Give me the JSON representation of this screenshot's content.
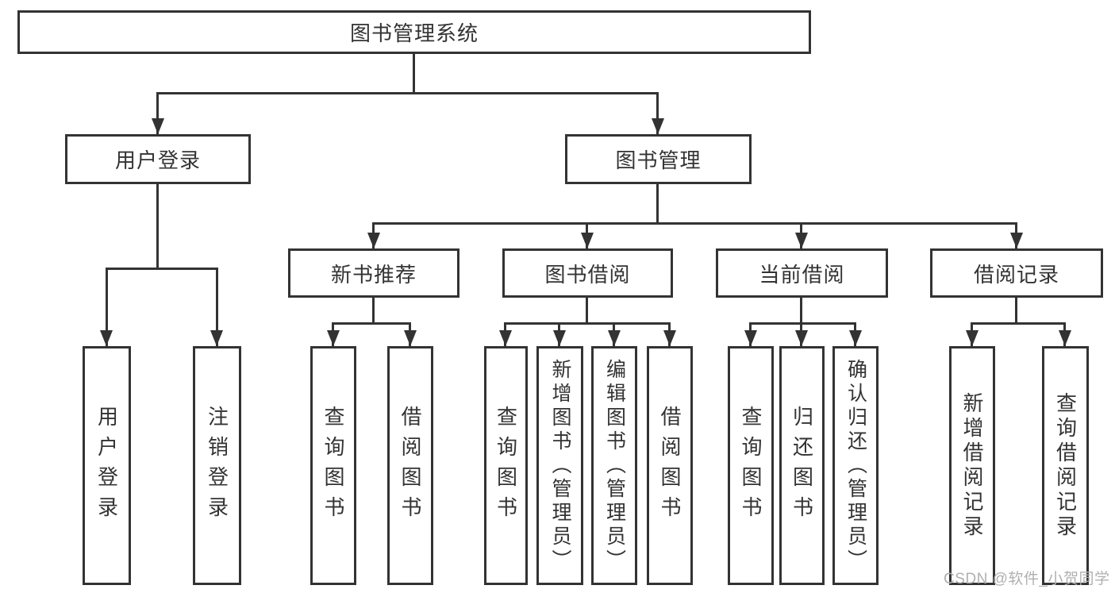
{
  "diagram": {
    "tree": {
      "root": {
        "label": "图书管理系统",
        "children": [
          {
            "label": "用户登录",
            "children": [
              {
                "label": "用户登录"
              },
              {
                "label": "注销登录"
              }
            ]
          },
          {
            "label": "图书管理",
            "children": [
              {
                "label": "新书推荐",
                "children": [
                  {
                    "label": "查询图书"
                  },
                  {
                    "label": "借阅图书"
                  }
                ]
              },
              {
                "label": "图书借阅",
                "children": [
                  {
                    "label": "查询图书"
                  },
                  {
                    "label": "新增图书（管理员）"
                  },
                  {
                    "label": "编辑图书（管理员）"
                  },
                  {
                    "label": "借阅图书"
                  }
                ]
              },
              {
                "label": "当前借阅",
                "children": [
                  {
                    "label": "查询图书"
                  },
                  {
                    "label": "归还图书"
                  },
                  {
                    "label": "确认归还（管理员）"
                  }
                ]
              },
              {
                "label": "借阅记录",
                "children": [
                  {
                    "label": "新增借阅记录"
                  },
                  {
                    "label": "查询借阅记录"
                  }
                ]
              }
            ]
          }
        ]
      }
    },
    "colors": {
      "line": "#333333",
      "box_background": "#ffffff",
      "text": "#333333",
      "watermark": "#b0b0b0"
    }
  },
  "watermark": {
    "text": "CSDN @软件_小贺同学"
  }
}
